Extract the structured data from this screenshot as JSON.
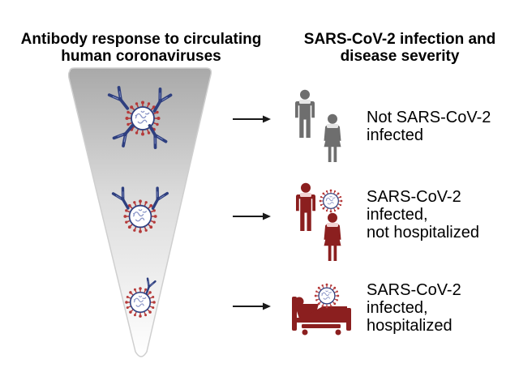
{
  "headings": {
    "left": [
      "Antibody response to circulating",
      "human coronaviruses"
    ],
    "right": [
      "SARS-CoV-2 infection and",
      "disease severity"
    ]
  },
  "outcomes": [
    {
      "lines": [
        "Not SARS-CoV-2",
        "infected"
      ]
    },
    {
      "lines": [
        "SARS-CoV-2",
        "infected,",
        "not hospitalized"
      ]
    },
    {
      "lines": [
        "SARS-CoV-2",
        "infected,",
        "hospitalized"
      ]
    }
  ],
  "colors": {
    "antibody": "#2e3f7f",
    "virus": "#2e3f7f",
    "virus_spike": "#b53a3a",
    "not_infected_person": "#6e6e6e",
    "infected_person": "#8b1f1f",
    "hospitalized_bed": "#8b1f1f",
    "arrow": "#1a1a1a",
    "triangle_top": "#a9a9a9",
    "triangle_bottom": "#ffffff",
    "triangle_stroke": "#cfcfcf"
  },
  "icons": {
    "virus": "coronavirus-icon",
    "antibody": "antibody-icon",
    "person": "person-icon",
    "hospital_bed": "hospital-bed-icon",
    "arrow": "arrow-right-icon"
  },
  "antibody_levels": [
    "high",
    "medium",
    "low"
  ]
}
